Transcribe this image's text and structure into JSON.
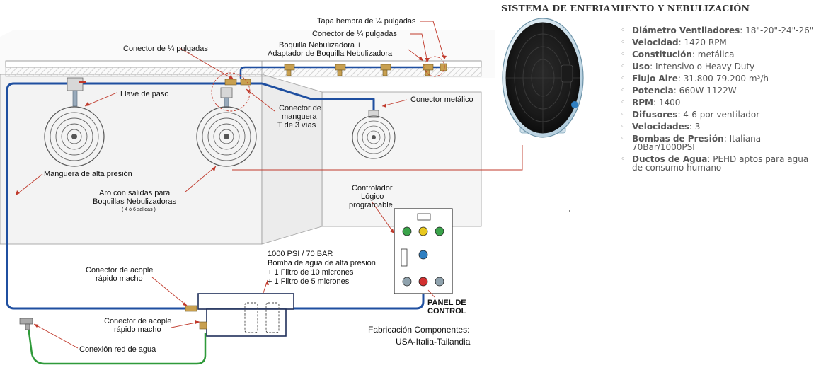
{
  "title": "SISTEMA DE ENFRIAMIENTO Y NEBULIZACIÓN",
  "specs": [
    {
      "key": "Diámetro Ventiladores",
      "value": "18\"-20\"-24\"-26\""
    },
    {
      "key": "Velocidad",
      "value": "1420 RPM"
    },
    {
      "key": "Constitución",
      "value": "metálica"
    },
    {
      "key": "Uso",
      "value": "Intensivo o Heavy Duty"
    },
    {
      "key": "Flujo Aire",
      "value": "31.800-79.200 m³/h"
    },
    {
      "key": "Potencia",
      "value": "660W-1122W"
    },
    {
      "key": "RPM",
      "value": "1400"
    },
    {
      "key": "Difusores",
      "value": "4-6 por ventilador"
    },
    {
      "key": "Velocidades",
      "value": "3"
    },
    {
      "key": "Bombas de Presión",
      "value": "Italiana 70Bar/1000PSI"
    },
    {
      "key": "Ductos de Agua",
      "value": "PEHD aptos para agua de consumo humano"
    }
  ],
  "labels": {
    "tapa_hembra": "Tapa hembra de ¼ pulgadas",
    "conector_cuarto_top": "Conector de ¼ pulgadas",
    "boquilla_1": "Boquilla Nebulizadora +",
    "boquilla_2": "Adaptador de Boquilla Nebulizadora",
    "conector_cuarto_left": "Conector de ¼ pulgadas",
    "llave_paso": "Llave de paso",
    "conector_manguera_1": "Conector de",
    "conector_manguera_2": "manguera",
    "conector_manguera_3": "T de 3 vías",
    "conector_metalico": "Conector metálico",
    "manguera_alta": "Manguera de alta presión",
    "aro_1": "Aro con salidas para",
    "aro_2": "Boquillas Nebulizadoras",
    "aro_3": "( 4 ó 6 salidas )",
    "controlador_1": "Controlador",
    "controlador_2": "Lógico",
    "controlador_3": "programable",
    "bomba_1": "1000 PSI / 70 BAR",
    "bomba_2": "Bomba de agua de alta presión",
    "bomba_3": "+ 1 Filtro de 10 micrones",
    "bomba_4": "+ 1 Filtro de 5 micrones",
    "acople_upper_1": "Conector de acople",
    "acople_upper_2": "rápido macho",
    "acople_lower_1": "Conector de acople",
    "acople_lower_2": "rápido macho",
    "red_agua": "Conexión red de agua",
    "panel_1": "PANEL DE",
    "panel_2": "CONTROL",
    "fabricacion_1": "Fabricación Componentes:",
    "fabricacion_2": "USA-Italia-Tailandia"
  },
  "colors": {
    "hose": "#1f4fa0",
    "water": "#2f9a3a",
    "callout": "#c0392b",
    "wall": "#f0f0f0",
    "fan": "#555555"
  }
}
